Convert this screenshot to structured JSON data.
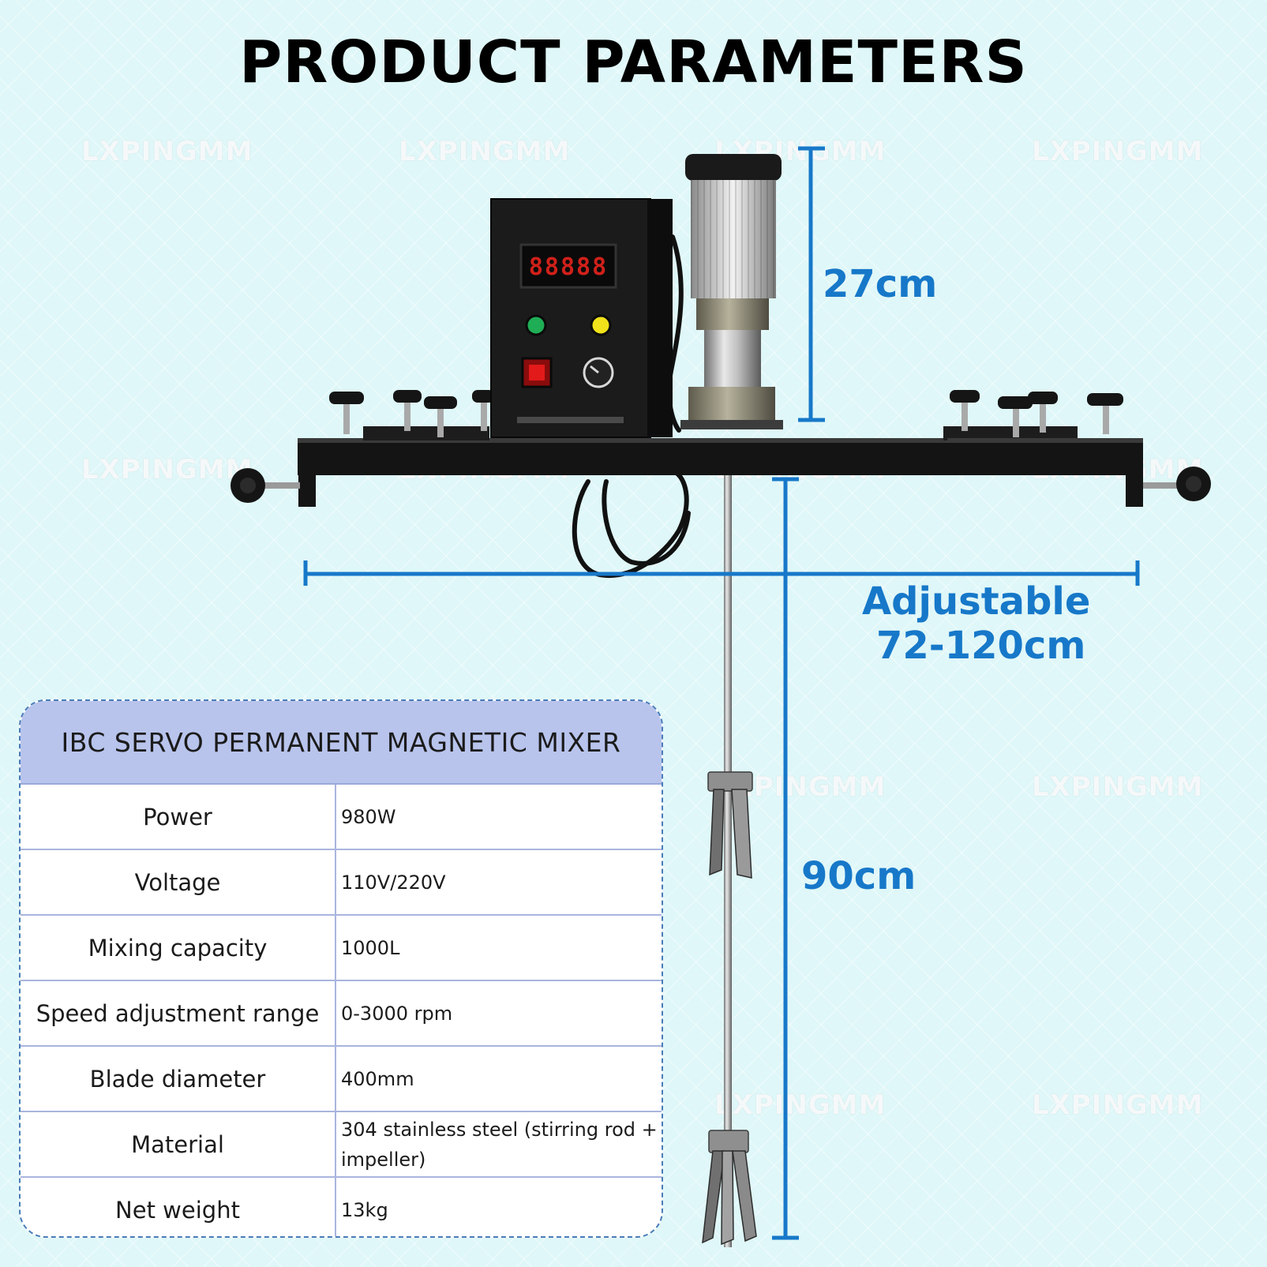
{
  "title": "PRODUCT PARAMETERS",
  "watermark": "LXPINGMM",
  "dimensions": {
    "motor_height": "27cm",
    "width_line1": "Adjustable",
    "width_line2": "72-120cm",
    "shaft_length": "90cm"
  },
  "machine": {
    "display_readout": "88888"
  },
  "spec_table": {
    "heading": "IBC SERVO PERMANENT MAGNETIC MIXER",
    "rows": [
      {
        "label": "Power",
        "value": "980W"
      },
      {
        "label": "Voltage",
        "value": "110V/220V"
      },
      {
        "label": "Mixing capacity",
        "value": "1000L"
      },
      {
        "label": "Speed adjustment range",
        "value": "0-3000 rpm"
      },
      {
        "label": "Blade diameter",
        "value": "400mm"
      },
      {
        "label": "Material",
        "value": "304 stainless steel (stirring rod + impeller)"
      },
      {
        "label": "Net weight",
        "value": "13kg"
      }
    ]
  },
  "colors": {
    "accent_blue": "#1778c9",
    "background": "#dff7f8",
    "table_header": "#b8c4ec",
    "frame_black": "#111111"
  }
}
